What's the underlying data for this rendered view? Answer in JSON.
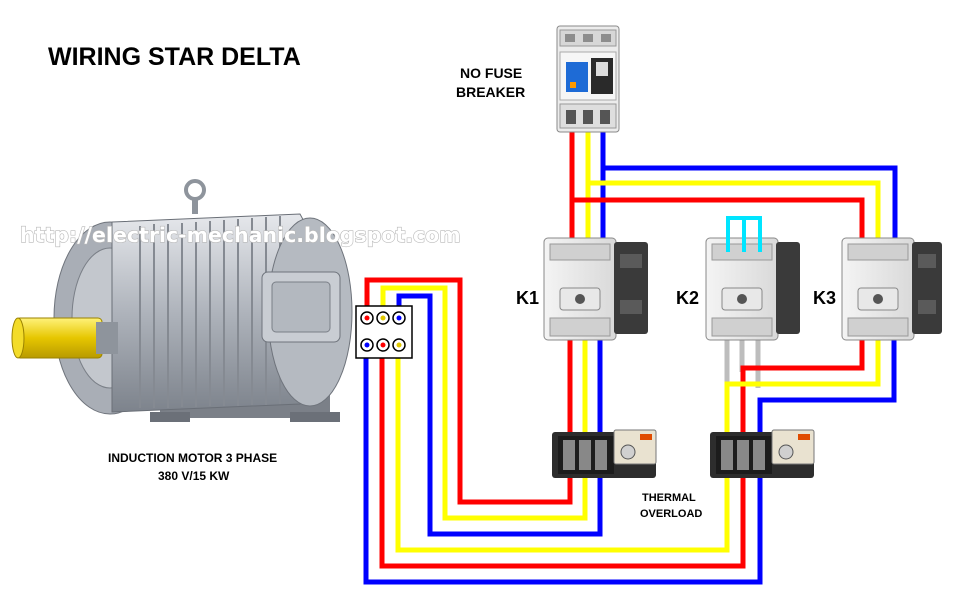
{
  "title": "WIRING STAR DELTA",
  "breaker": {
    "line1": "NO FUSE",
    "line2": "BREAKER"
  },
  "watermark": "http://electric-mechanic.blogspot.com",
  "motor": {
    "line1": "INDUCTION MOTOR 3 PHASE",
    "line2": "380 V/15 KW"
  },
  "contactors": {
    "k1": "K1",
    "k2": "K2",
    "k3": "K3"
  },
  "overload": {
    "line1": "THERMAL",
    "line2": "OVERLOAD"
  },
  "colors": {
    "red": "#ff0000",
    "yellow": "#ffff00",
    "blue": "#0000ff",
    "cyan": "#00e5ff",
    "grey": "#bdbdbd"
  }
}
